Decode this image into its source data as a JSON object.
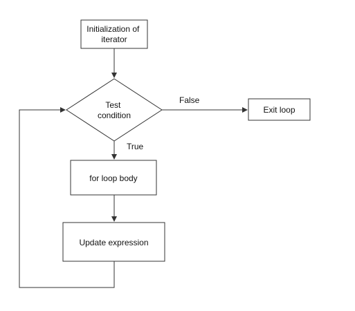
{
  "diagram": {
    "nodes": {
      "init": {
        "lines": [
          "Initialization of",
          "iterator"
        ]
      },
      "test": {
        "lines": [
          "Test",
          "condition"
        ]
      },
      "exit": {
        "lines": [
          "Exit loop"
        ]
      },
      "body": {
        "lines": [
          "for loop body"
        ]
      },
      "update": {
        "lines": [
          "Update expression"
        ]
      }
    },
    "edges": {
      "false_label": "False",
      "true_label": "True"
    }
  }
}
